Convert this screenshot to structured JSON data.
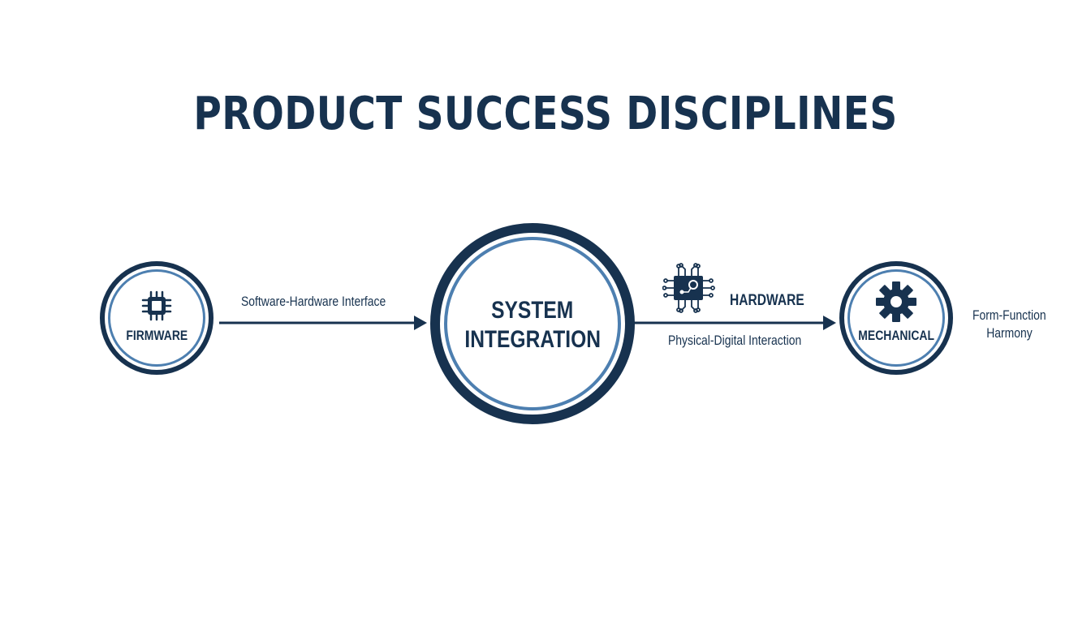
{
  "diagram": {
    "title": "PRODUCT SUCCESS DISCIPLINES",
    "nodes": {
      "firmware": {
        "label": "FIRMWARE",
        "icon": "microchip-icon"
      },
      "system": {
        "label_line1": "SYSTEM",
        "label_line2": "INTEGRATION"
      },
      "mechanical": {
        "label": "MECHANICAL",
        "icon": "gear-icon"
      }
    },
    "edges": {
      "firmware_to_system": {
        "label": "Software-Hardware Interface"
      },
      "system_to_mechanical": {
        "top_label": "HARDWARE",
        "top_icon": "circuit-board-icon",
        "bottom_label": "Physical-Digital Interaction"
      }
    },
    "annotations": {
      "mechanical_note_line1": "Form-Function",
      "mechanical_note_line2": "Harmony"
    },
    "colors": {
      "primary": "#17324f",
      "accent": "#4d7fb0",
      "background": "#ffffff"
    }
  }
}
